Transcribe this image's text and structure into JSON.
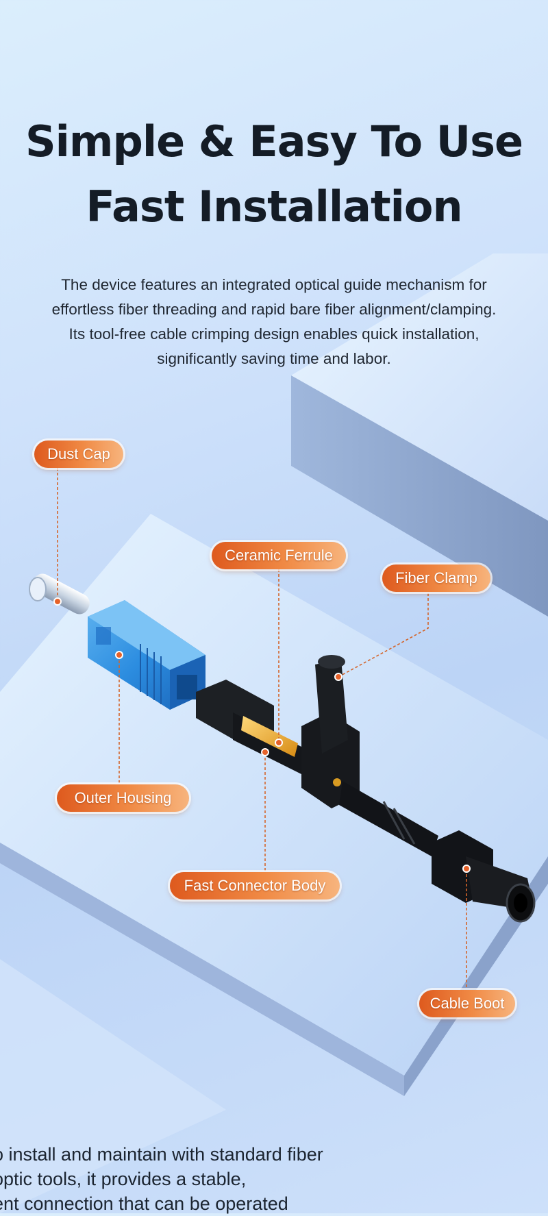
{
  "header": {
    "title_line1": "Simple & Easy To Use",
    "title_line2": "Fast Installation"
  },
  "description": {
    "line1": "The device features an integrated optical guide mechanism for",
    "line2": "effortless fiber threading and rapid bare fiber alignment/clamping.",
    "line3": "Its tool-free cable crimping design enables quick installation,",
    "line4": "significantly saving time and labor."
  },
  "callouts": {
    "dust_cap": "Dust Cap",
    "ceramic_ferrule": "Ceramic Ferrule",
    "fiber_clamp": "Fiber Clamp",
    "outer_housing": "Outer Housing",
    "fast_connector_body": "Fast Connector Body",
    "cable_boot": "Cable Boot"
  },
  "bottom_text": {
    "line1": "o install and maintain with standard fiber",
    "line2": " optic tools, it provides a stable,",
    "line3": "ent connection that can be operated"
  },
  "colors": {
    "callout_orange": "#e8692a",
    "housing_blue": "#2f8fe0",
    "body_black": "#15171b",
    "ferrule_amber": "#f2b53a"
  }
}
